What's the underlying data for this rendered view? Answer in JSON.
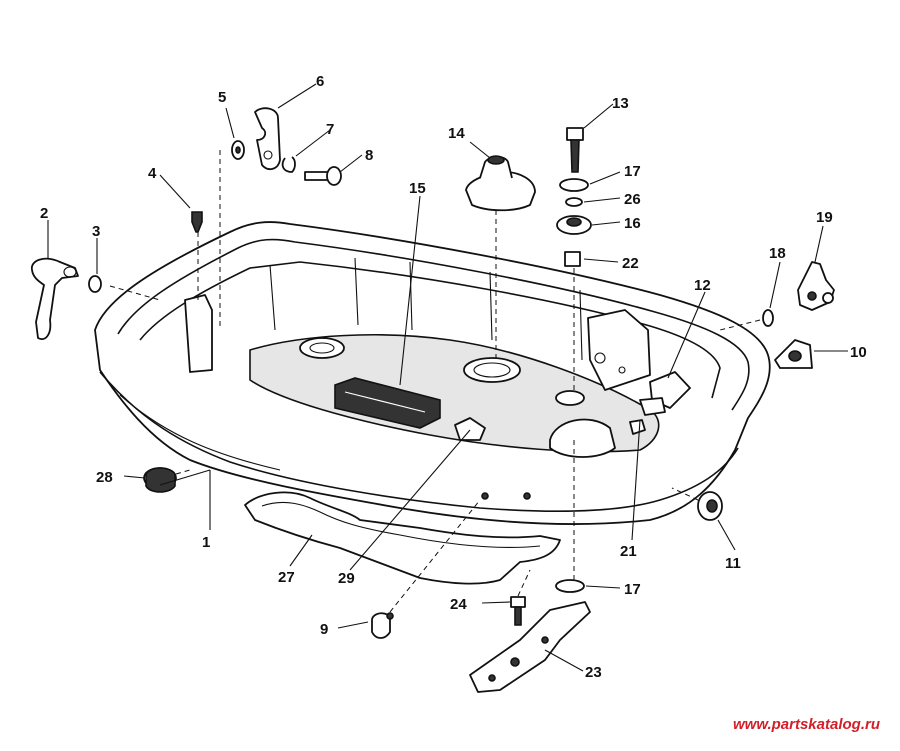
{
  "diagram": {
    "parts": [
      {
        "ref": "1"
      },
      {
        "ref": "2"
      },
      {
        "ref": "3"
      },
      {
        "ref": "4"
      },
      {
        "ref": "5"
      },
      {
        "ref": "6"
      },
      {
        "ref": "7"
      },
      {
        "ref": "8"
      },
      {
        "ref": "9"
      },
      {
        "ref": "10"
      },
      {
        "ref": "11"
      },
      {
        "ref": "12"
      },
      {
        "ref": "13"
      },
      {
        "ref": "14"
      },
      {
        "ref": "15"
      },
      {
        "ref": "16"
      },
      {
        "ref": "17"
      },
      {
        "ref": "17"
      },
      {
        "ref": "18"
      },
      {
        "ref": "19"
      },
      {
        "ref": "21"
      },
      {
        "ref": "22"
      },
      {
        "ref": "23"
      },
      {
        "ref": "24"
      },
      {
        "ref": "26"
      },
      {
        "ref": "27"
      },
      {
        "ref": "28"
      },
      {
        "ref": "29"
      }
    ]
  },
  "watermark": "www.partskatalog.ru",
  "colors": {
    "ink": "#111111",
    "watermark": "#d21f2a",
    "background": "#ffffff"
  }
}
